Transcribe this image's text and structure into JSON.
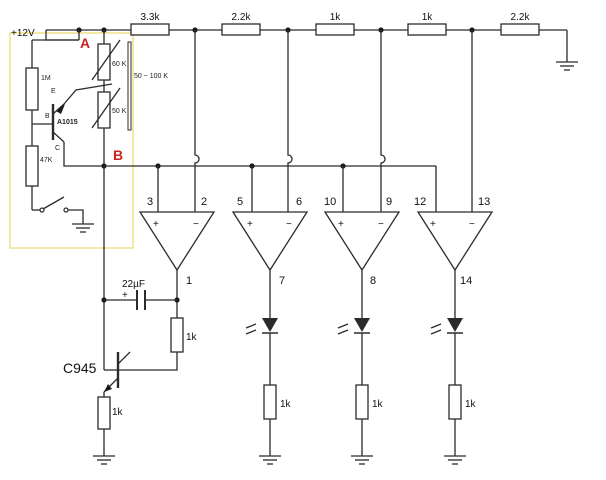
{
  "supply_label": "+12V",
  "ladder_resistors": [
    "3.3k",
    "2.2k",
    "1k",
    "1k",
    "2.2k"
  ],
  "nodes": {
    "a": "A",
    "b": "B"
  },
  "sensor": {
    "pot_top": "60 K",
    "pot_bottom": "50 K",
    "range_label": "50 ~ 100 K",
    "r_base": "1M",
    "r_lower": "47K",
    "transistor": "A1015",
    "pin_e": "E",
    "pin_b": "B",
    "pin_c": "C"
  },
  "comparators": [
    {
      "plus_pin": "3",
      "minus_pin": "2",
      "out_pin": "1"
    },
    {
      "plus_pin": "5",
      "minus_pin": "6",
      "out_pin": "7"
    },
    {
      "plus_pin": "10",
      "minus_pin": "9",
      "out_pin": "8"
    },
    {
      "plus_pin": "12",
      "minus_pin": "13",
      "out_pin": "14"
    }
  ],
  "sign_plus": "+",
  "sign_minus": "−",
  "driver": {
    "cap_label": "22µF",
    "cap_plus": "+",
    "r_collector": "1k",
    "transistor": "C945",
    "r_emitter": "1k"
  },
  "led_resistors": [
    "1k",
    "1k",
    "1k"
  ],
  "colors": {
    "wire": "#2b2b2b",
    "highlight_border": "#f0e08a",
    "node_label": "#cc2222"
  }
}
